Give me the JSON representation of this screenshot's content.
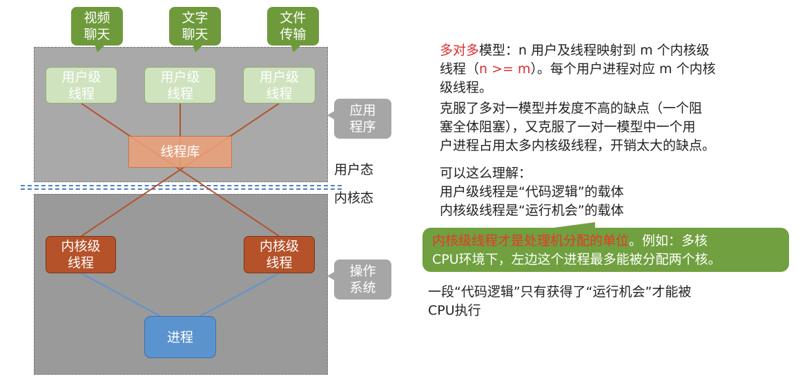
{
  "diagram": {
    "bubbles": [
      {
        "l1": "视频",
        "l2": "聊天"
      },
      {
        "l1": "文字",
        "l2": "聊天"
      },
      {
        "l1": "文件",
        "l2": "传输"
      }
    ],
    "user_threads": [
      {
        "l1": "用户级",
        "l2": "线程"
      },
      {
        "l1": "用户级",
        "l2": "线程"
      },
      {
        "l1": "用户级",
        "l2": "线程"
      }
    ],
    "thread_library": "线程库",
    "kernel_threads": [
      {
        "l1": "内核级",
        "l2": "线程"
      },
      {
        "l1": "内核级",
        "l2": "线程"
      }
    ],
    "process": "进程",
    "tag_app": {
      "l1": "应用",
      "l2": "程序"
    },
    "tag_os": {
      "l1": "操作",
      "l2": "系统"
    },
    "user_mode": "用户态",
    "kernel_mode": "内核态"
  },
  "notes": {
    "p1_red": "多对多",
    "p1_a": "模型：n 用户及线程映射到 m 个内核级",
    "p1_b": "线程（",
    "p1_red2": "n >= m",
    "p1_c": "）。每个用户进程对应 m 个内核",
    "p1_d": "级线程。",
    "p2_lines": [
      "克服了多对一模型并发度不高的缺点（一个阻",
      "塞全体阻塞），又克服了一对一模型中一个用",
      "户进程占用太多内核级线程，开销太大的缺点。"
    ],
    "p3_lines": [
      "可以这么理解：",
      "用户级线程是“代码逻辑”的载体",
      "内核级线程是“运行机会”的载体"
    ],
    "callout_red": "内核级线程才是处理机分配的单位",
    "callout_a": "。例如：多核",
    "callout_b": "CPU环境下，左边这个进程最多能被分配两个核。",
    "p4_lines": [
      "一段“代码逻辑”只有获得了“运行机会”才能被",
      "CPU执行"
    ]
  }
}
